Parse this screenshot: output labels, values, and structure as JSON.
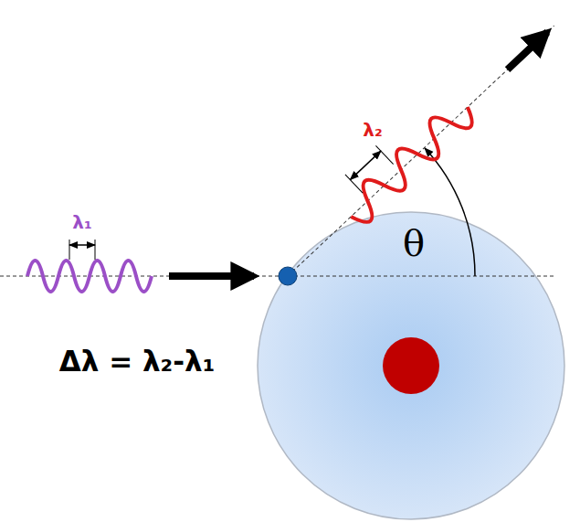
{
  "diagram": {
    "labels": [
      "λ₁",
      "λ₂",
      "θ",
      "Δλ = λ₂-λ₁"
    ]
  }
}
